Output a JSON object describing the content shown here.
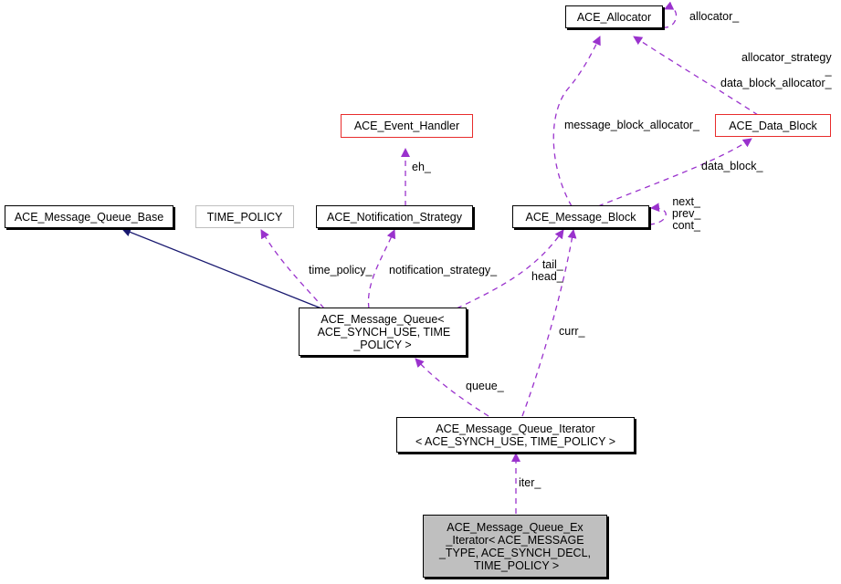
{
  "nodes": {
    "allocator": "ACE_Allocator",
    "data_block": "ACE_Data_Block",
    "event_handler": "ACE_Event_Handler",
    "message_queue_base": "ACE_Message_Queue_Base",
    "time_policy": "TIME_POLICY",
    "notification_strategy": "ACE_Notification_Strategy",
    "message_block": "ACE_Message_Block",
    "message_queue": "ACE_Message_Queue<\n ACE_SYNCH_USE, TIME\n_POLICY >",
    "message_queue_iterator": "ACE_Message_Queue_Iterator\n< ACE_SYNCH_USE, TIME_POLICY >",
    "message_queue_ex_iterator": "ACE_Message_Queue_Ex\n_Iterator< ACE_MESSAGE\n_TYPE, ACE_SYNCH_DECL,\n TIME_POLICY >"
  },
  "edge_labels": {
    "allocator_self": "allocator_",
    "allocator_strategy": "allocator_strategy\n_\ndata_block_allocator_",
    "message_block_allocator": "message_block_allocator_",
    "data_block": "data_block_",
    "eh": "eh_",
    "message_block_self": "next_\nprev_\ncont_",
    "time_policy": "time_policy_",
    "notification_strategy": "notification_strategy_",
    "tail_head": "tail_\nhead_",
    "curr": "curr_",
    "queue": "queue_",
    "iter": "iter_"
  },
  "colors": {
    "usage_edge": "#9a32cd",
    "inherit_edge": "#191970",
    "undocumented_border": "#e82c2c",
    "external_border": "#bfbfbf",
    "focus_fill": "#bfbfbf"
  }
}
